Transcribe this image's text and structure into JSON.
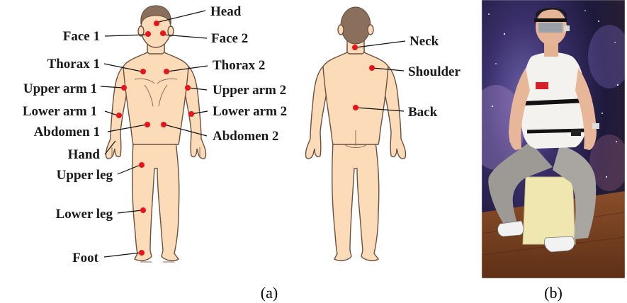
{
  "front_labels": {
    "head": "Head",
    "face1": "Face 1",
    "face2": "Face 2",
    "thorax1": "Thorax 1",
    "thorax2": "Thorax 2",
    "upper_arm1": "Upper arm 1",
    "upper_arm2": "Upper arm 2",
    "lower_arm1": "Lower arm 1",
    "lower_arm2": "Lower arm 2",
    "abdomen1": "Abdomen 1",
    "abdomen2": "Abdomen 2",
    "hand": "Hand",
    "upper_leg": "Upper leg",
    "lower_leg": "Lower leg",
    "foot": "Foot"
  },
  "back_labels": {
    "neck": "Neck",
    "shoulder": "Shoulder",
    "back": "Back"
  },
  "captions": {
    "a": "(a)",
    "b": "(b)"
  },
  "colors": {
    "marker": "#e8141b",
    "skin": "#fcdcb8",
    "hair": "#8a6f5c"
  },
  "photo": {
    "subject": "seated-person-wearing-sensors-photo"
  }
}
